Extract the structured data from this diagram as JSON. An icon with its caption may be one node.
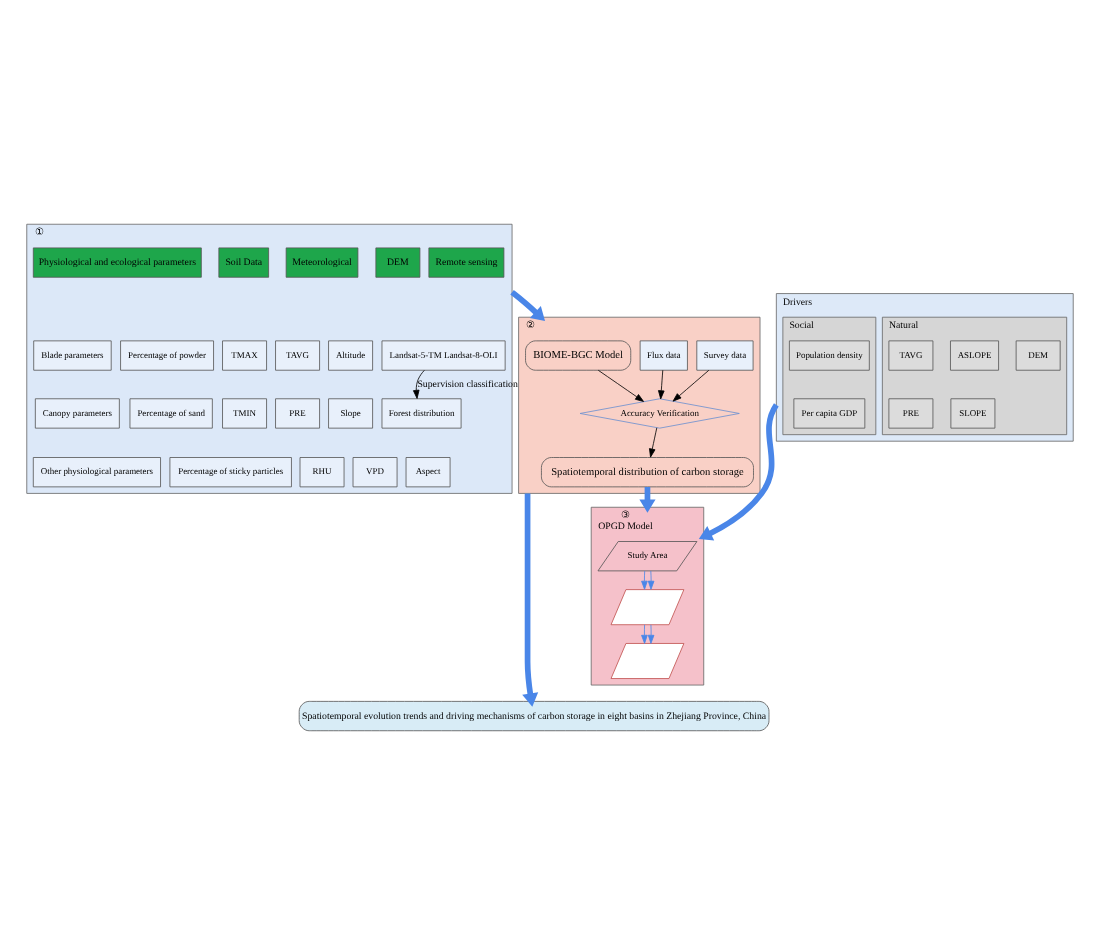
{
  "diagram": {
    "nodes": [
      {
        "text": [
          "①"
        ]
      },
      {
        "text": [
          "Remote sensing"
        ],
        "in": 0
      },
      {
        "text": [
          "Landsat-5-TM Landsat-8-OLI"
        ],
        "in": 0
      },
      {
        "text": [
          "Forest distribution"
        ],
        "in": 0
      },
      {
        "text": [
          "Physiological and ecological parameters"
        ],
        "in": 0
      },
      {
        "text": [
          "Blade parameters"
        ],
        "in": 0
      },
      {
        "text": [
          "Canopy parameters"
        ],
        "in": 0
      },
      {
        "text": [
          "Other physiological parameters"
        ],
        "in": 0
      },
      {
        "text": [
          "Soil Data"
        ],
        "in": 0
      },
      {
        "text": [
          "Percentage of powder"
        ],
        "in": 0
      },
      {
        "text": [
          "Percentage of sand"
        ],
        "in": 0
      },
      {
        "text": [
          "Percentage of sticky particles"
        ],
        "in": 0
      },
      {
        "text": [
          "Meteorological"
        ],
        "in": 0
      },
      {
        "text": [
          "TMAX"
        ],
        "in": 0
      },
      {
        "text": [
          "TAVG"
        ],
        "in": 0
      },
      {
        "text": [
          "TMIN"
        ],
        "in": 0
      },
      {
        "text": [
          "PRE"
        ],
        "in": 0
      },
      {
        "text": [
          "RHU"
        ],
        "in": 0
      },
      {
        "text": [
          "VPD"
        ],
        "in": 0
      },
      {
        "text": [
          "DEM"
        ],
        "in": 0
      },
      {
        "text": [
          "Altitude"
        ],
        "in": 0
      },
      {
        "text": [
          "Slope"
        ],
        "in": 0
      },
      {
        "text": [
          "Aspect"
        ],
        "in": 0
      },
      {
        "text": [
          "②"
        ]
      },
      {
        "text": [
          "BIOME-BGC Model"
        ],
        "in": 23
      },
      {
        "text": [
          "Accuracy Verification"
        ],
        "in": 23
      },
      {
        "text": [
          "Flux data"
        ],
        "in": 23
      },
      {
        "text": [
          "Survey data"
        ],
        "in": 23
      },
      {
        "text": [
          "Spatiotemporal distribution of carbon storage"
        ],
        "in": 23
      },
      {
        "text": [
          "Drivers"
        ]
      },
      {
        "text": [
          "Natural"
        ],
        "in": 29
      },
      {
        "text": [
          "TAVG"
        ],
        "in": 30
      },
      {
        "text": [
          "ASLOPE"
        ],
        "in": 30
      },
      {
        "text": [
          "DEM"
        ],
        "in": 30
      },
      {
        "text": [
          "PRE"
        ],
        "in": 30
      },
      {
        "text": [
          "SLOPE"
        ],
        "in": 30
      },
      {
        "text": [
          "Social"
        ],
        "in": 29
      },
      {
        "text": [
          "Population density"
        ],
        "in": 36
      },
      {
        "text": [
          "Per capita GDP"
        ],
        "in": 36
      },
      {
        "text": [
          "③",
          "OPGD Model"
        ]
      },
      {
        "text": [
          "Study Area"
        ],
        "in": 39
      },
      {
        "text": [],
        "shape": "picture",
        "in": 39
      },
      {
        "text": [],
        "shape": "picture",
        "in": 39
      },
      {
        "text": [
          "Spatiotemporal evolution trends and driving mechanisms of carbon storage in eight basins in Zhejiang Province, China"
        ]
      }
    ],
    "edges": [
      {
        "from": 2,
        "to": 3,
        "arrow": "to",
        "label": "Supervision classification",
        "color": "#000000"
      },
      {
        "from": 0,
        "to": 23,
        "arrow": "to",
        "style": "thick",
        "color": "#4a86e8"
      },
      {
        "from": 24,
        "to": 25,
        "arrow": "to",
        "color": "#000000"
      },
      {
        "from": 26,
        "to": 25,
        "arrow": "to",
        "color": "#000000"
      },
      {
        "from": 27,
        "to": 25,
        "arrow": "to",
        "color": "#000000"
      },
      {
        "from": 25,
        "to": 28,
        "arrow": "to",
        "color": "#000000"
      },
      {
        "from": 29,
        "to": 39,
        "arrow": "to",
        "style": "thick",
        "color": "#4a86e8"
      },
      {
        "from": 28,
        "to": 39,
        "arrow": "to",
        "style": "thick",
        "color": "#4a86e8"
      },
      {
        "from": 40,
        "to": 41,
        "arrow": "to",
        "color": "#4a86e8"
      },
      {
        "from": 40,
        "to": 41,
        "arrow": "to",
        "color": "#4a86e8"
      },
      {
        "from": 41,
        "to": 42,
        "arrow": "to",
        "color": "#4a86e8"
      },
      {
        "from": 41,
        "to": 42,
        "arrow": "to",
        "color": "#4a86e8"
      },
      {
        "from": 23,
        "to": 43,
        "arrow": "to",
        "style": "thick",
        "color": "#4a86e8"
      }
    ]
  }
}
